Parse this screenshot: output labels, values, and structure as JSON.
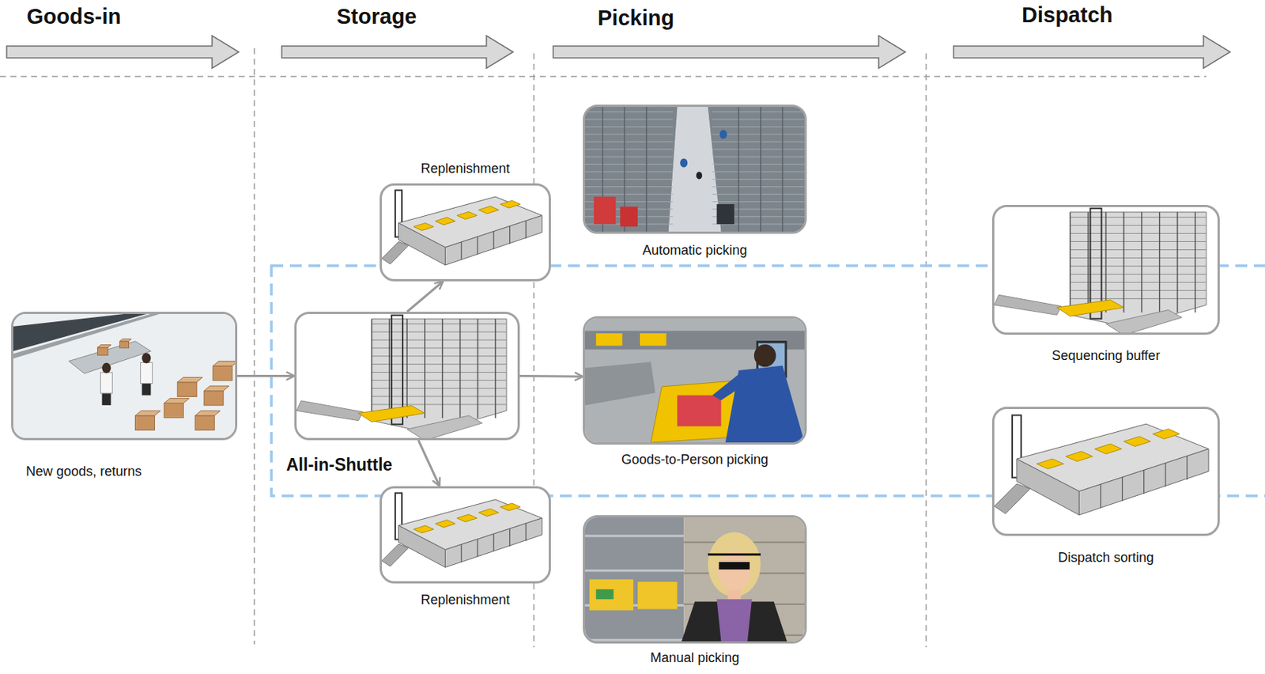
{
  "diagram": {
    "nodes": [
      {
        "text": [
          "New goods, returns"
        ]
      },
      {
        "text": [
          "Replenishment"
        ]
      },
      {
        "text": [
          "All-in-Shuttle"
        ]
      },
      {
        "text": [
          "Replenishment"
        ]
      },
      {
        "text": [
          "Automatic picking"
        ]
      },
      {
        "text": [
          "Goods-to-Person picking"
        ]
      },
      {
        "text": [
          "Manual picking"
        ]
      },
      {
        "text": [
          "Sequencing buffer"
        ]
      },
      {
        "text": [
          "Dispatch sorting"
        ]
      }
    ],
    "edges": [
      {
        "from": 0,
        "to": 2,
        "arrow": "to"
      },
      {
        "from": 2,
        "to": 1,
        "arrow": "to"
      },
      {
        "from": 2,
        "to": 3,
        "arrow": "to"
      },
      {
        "from": 2,
        "to": 5,
        "arrow": "to"
      }
    ],
    "labels": [
      "Goods-in",
      "Storage",
      "Picking",
      "Dispatch"
    ]
  }
}
